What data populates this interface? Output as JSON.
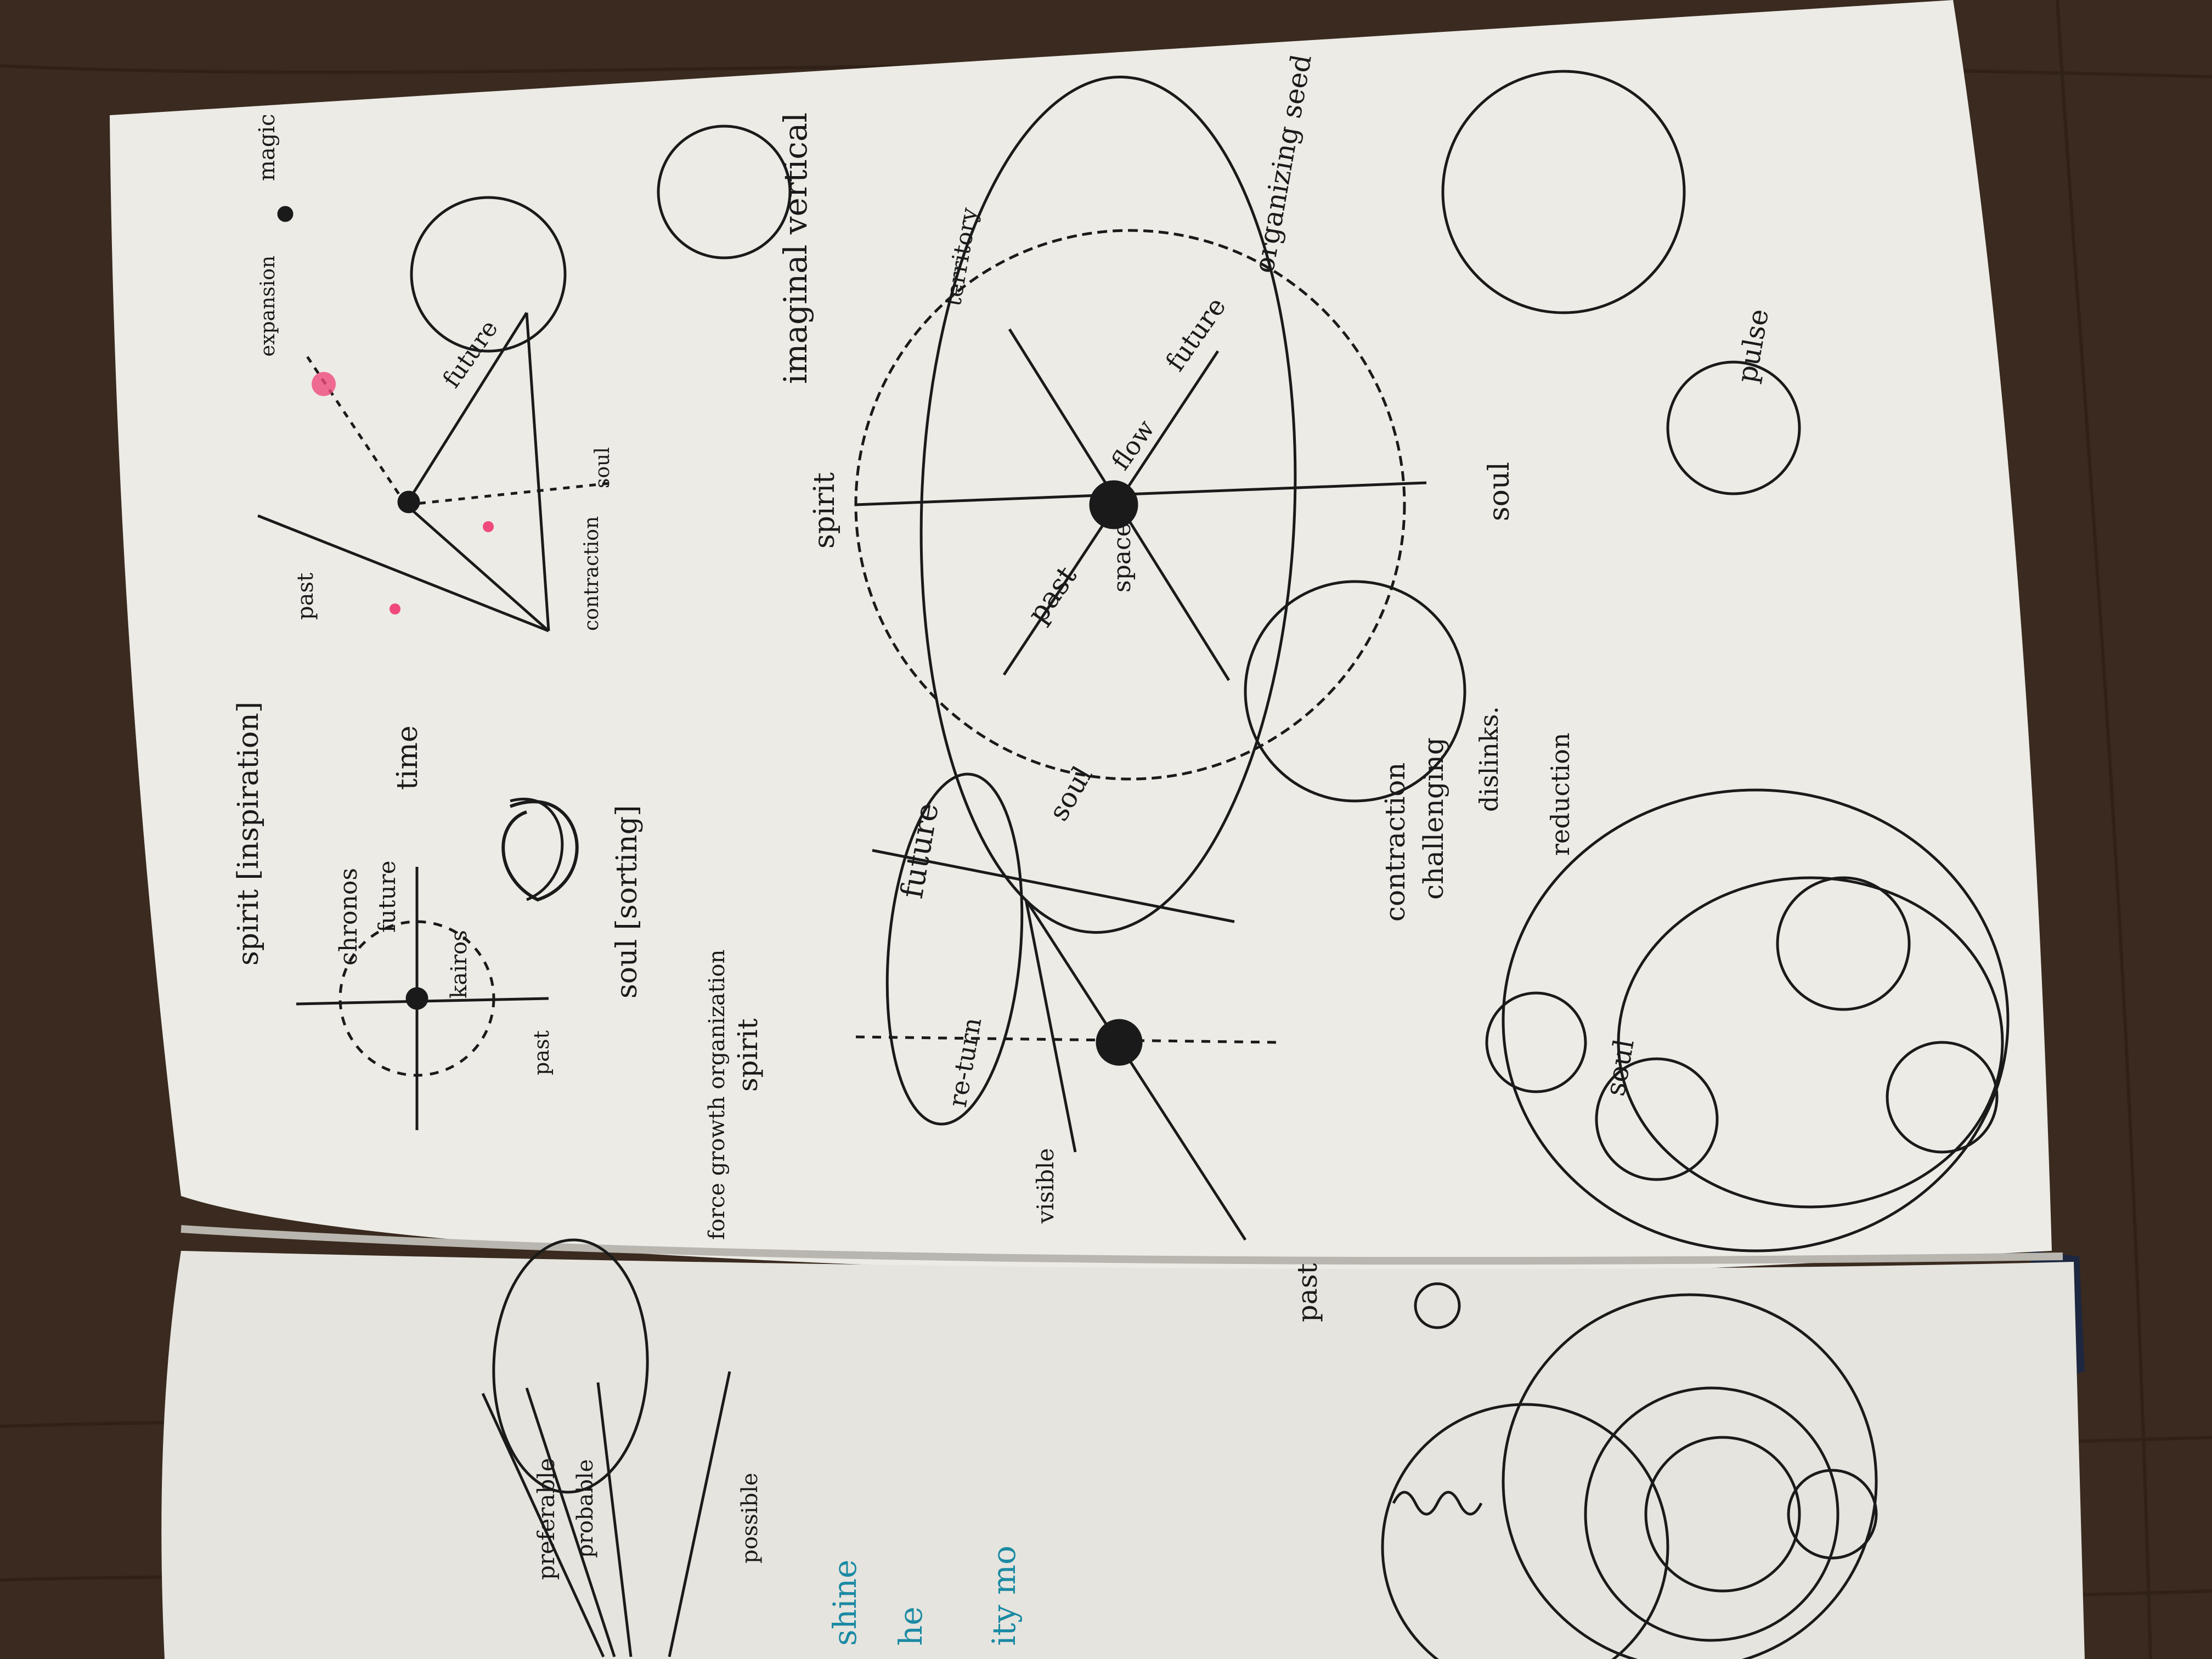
{
  "colors": {
    "table": "#3a2a1f",
    "paper": "#ecebe6",
    "ink": "#1a1a1a",
    "pink_ink": "#f04a7a",
    "blue_ink": "#1b8aa3"
  },
  "right_page": {
    "magic": "magic",
    "spirit_inspiration": "spirit [inspiration]",
    "time": "time",
    "chronos": "chronos",
    "future_left": "future",
    "kairos": "kairos",
    "past_left": "past",
    "soul_sorting": "soul [sorting]",
    "past_top": "past",
    "expansion": "expansion",
    "contraction": "contraction",
    "future_top": "future",
    "soul_top": "soul",
    "spirit_mid": "spirit",
    "imaginal_vertical": "imaginal vertical",
    "past_mid": "past",
    "space": "space",
    "flow": "flow",
    "future_mid": "future",
    "territory": "territory",
    "organizing_seed": "organizing seed",
    "soul_mid": "soul",
    "spirit_low": "spirit",
    "soul_low": "soul",
    "future_low": "future",
    "re_turn": "re-turn",
    "contraction_low": "contraction",
    "challenging": "challenging",
    "dislinks": "dislinks.",
    "reduction": "reduction",
    "force_list": "force growth organization",
    "visible": "visible",
    "soul_bottom": "soul",
    "pulse": "pulse"
  },
  "left_page": {
    "past": "past",
    "preferable": "preferable",
    "probable": "probable",
    "possible": "possible",
    "blue_shine": "shine",
    "blue_he": "he",
    "blue_ity": "ity mo"
  }
}
